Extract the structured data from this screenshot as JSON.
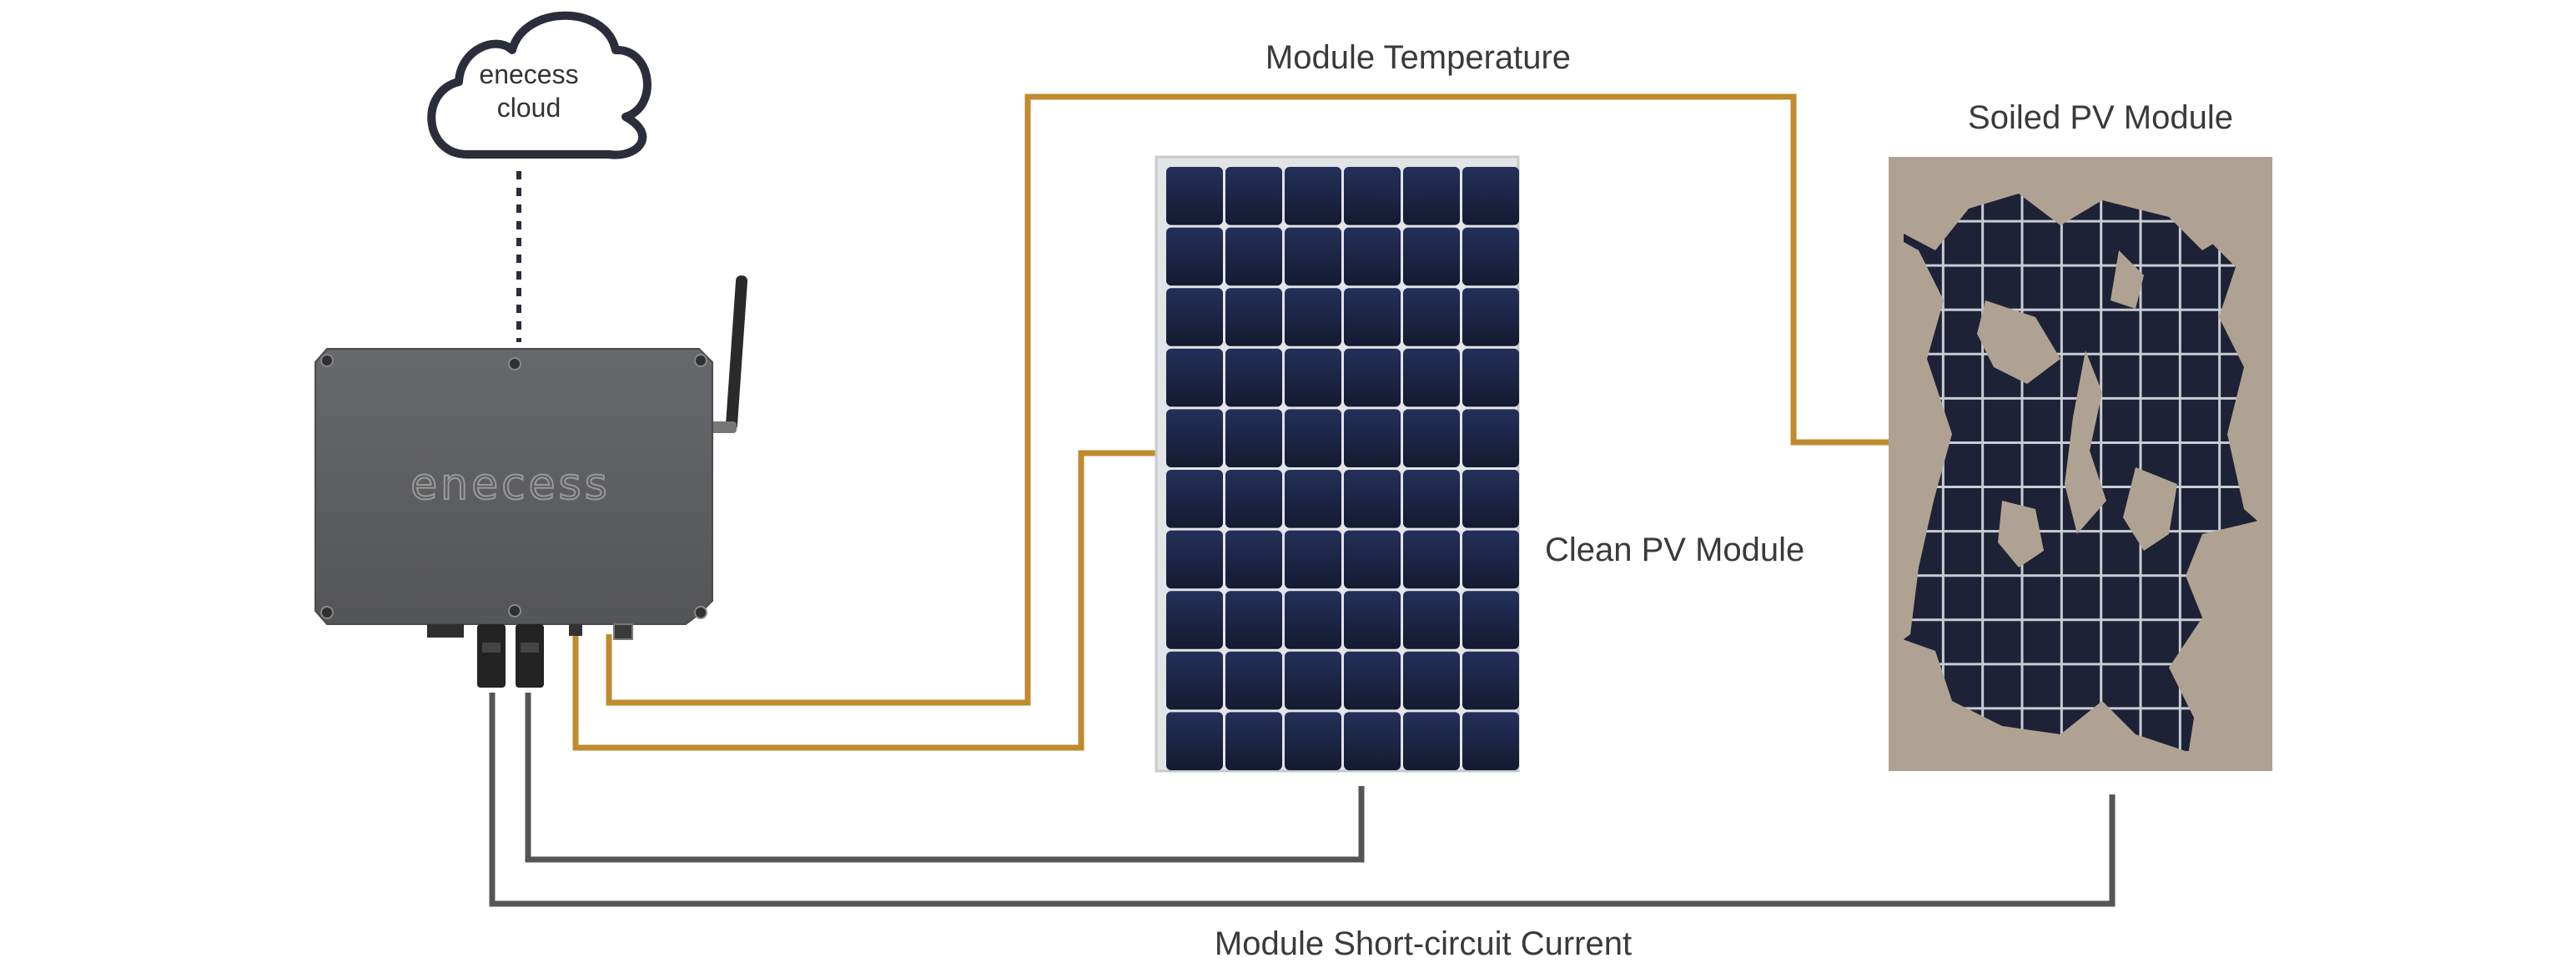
{
  "labels": {
    "module_temperature": "Module Temperature",
    "soiled_pv_module": "Soiled PV Module",
    "clean_pv_module": "Clean PV Module",
    "module_short_circuit_current": "Module Short-circuit Current"
  },
  "cloud": {
    "line1": "enecess",
    "line2": "cloud"
  },
  "device": {
    "brand": "enecess"
  },
  "colors": {
    "temperature_wire": "#c08a2e",
    "current_wire": "#555555",
    "cloud_outline": "#2b2d3a",
    "device_body": "#5e5f61",
    "cell": "#1c2440",
    "soil": "#b0a292"
  }
}
